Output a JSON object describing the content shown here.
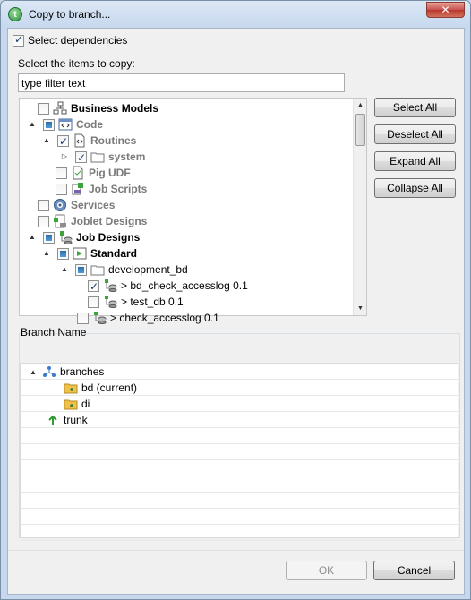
{
  "window": {
    "title": "Copy to branch...",
    "close_glyph": "✕"
  },
  "select_dependencies": {
    "label": "Select dependencies",
    "checked": true
  },
  "select_items_label": "Select the items to copy:",
  "filter": {
    "value": "type filter text",
    "placeholder": "type filter text"
  },
  "tree": [
    {
      "label": "Business Models",
      "icon": "business-models-icon",
      "state": "unchecked",
      "style": "bold"
    },
    {
      "label": "Code",
      "icon": "code-icon",
      "state": "partial",
      "style": "grey",
      "twisty": "▲"
    },
    {
      "label": "Routines",
      "icon": "routines-icon",
      "state": "checked",
      "style": "grey",
      "twisty": "▲"
    },
    {
      "label": "system",
      "icon": "folder-icon",
      "state": "checked",
      "style": "grey",
      "twisty": "▷"
    },
    {
      "label": "Pig UDF",
      "icon": "pig-udf-icon",
      "state": "unchecked",
      "style": "grey"
    },
    {
      "label": "Job Scripts",
      "icon": "job-scripts-icon",
      "state": "unchecked",
      "style": "grey"
    },
    {
      "label": "Services",
      "icon": "services-icon",
      "state": "unchecked",
      "style": "grey"
    },
    {
      "label": "Joblet Designs",
      "icon": "joblet-designs-icon",
      "state": "unchecked",
      "style": "grey"
    },
    {
      "label": "Job Designs",
      "icon": "job-designs-icon",
      "state": "partial",
      "style": "bold",
      "twisty": "▲"
    },
    {
      "label": "Standard",
      "icon": "standard-icon",
      "state": "partial",
      "style": "bold",
      "twisty": "▲"
    },
    {
      "label": "development_bd",
      "icon": "folder-icon",
      "state": "partial",
      "style": "normal",
      "twisty": "▲"
    },
    {
      "label": "> bd_check_accesslog 0.1",
      "icon": "job-icon",
      "state": "checked",
      "style": "normal"
    },
    {
      "label": "> test_db 0.1",
      "icon": "job-icon",
      "state": "unchecked",
      "style": "normal"
    },
    {
      "label": "> check_accesslog 0.1",
      "icon": "job-icon",
      "state": "unchecked",
      "style": "normal"
    }
  ],
  "buttons": {
    "select_all": "Select All",
    "deselect_all": "Deselect All",
    "expand_all": "Expand All",
    "collapse_all": "Collapse All",
    "ok": "OK",
    "cancel": "Cancel"
  },
  "branch_name_label": "Branch Name",
  "branches": [
    {
      "label": "branches",
      "icon": "branches-icon",
      "twisty": "▲"
    },
    {
      "label": "bd (current)",
      "icon": "branch-folder-icon"
    },
    {
      "label": "di",
      "icon": "branch-folder-icon"
    },
    {
      "label": "trunk",
      "icon": "trunk-arrow-icon"
    }
  ],
  "colors": {
    "accent_green": "#3da33d",
    "folder_yellow": "#f1c24b",
    "check_blue": "#2d6ea8"
  }
}
